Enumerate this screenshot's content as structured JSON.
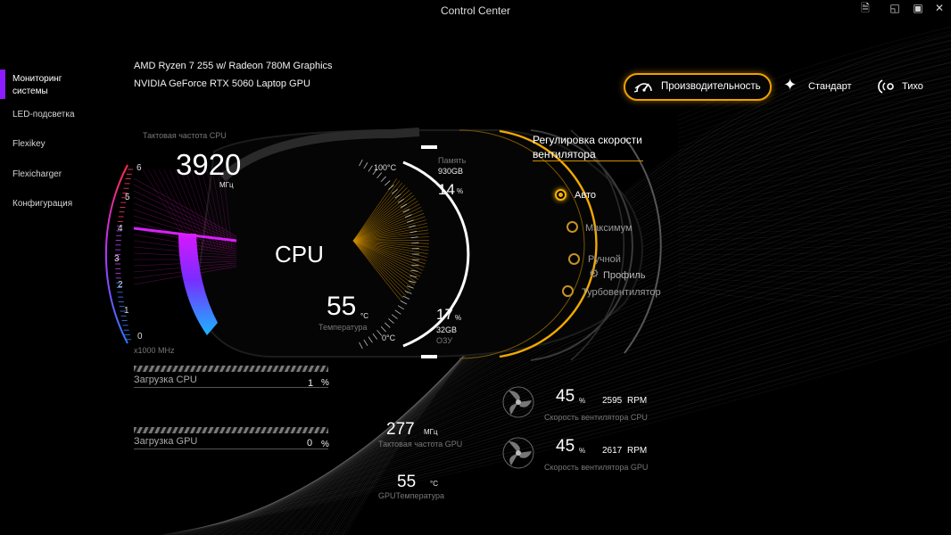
{
  "window": {
    "title": "Control Center"
  },
  "sidebar": {
    "items": [
      {
        "label": "Мониторинг системы",
        "active": true
      },
      {
        "label": "LED-подсветка"
      },
      {
        "label": "Flexikey"
      },
      {
        "label": "Flexicharger"
      },
      {
        "label": "Конфигурация"
      }
    ]
  },
  "hardware": {
    "cpu": "AMD Ryzen 7 255 w/ Radeon 780M Graphics",
    "gpu": "NVIDIA GeForce RTX 5060 Laptop GPU"
  },
  "modes": {
    "performance": "Производительность",
    "standard": "Стандарт",
    "quiet": "Тихо",
    "selected": "performance"
  },
  "cpu_gauge": {
    "freq_label": "Тактовая частота CPU",
    "freq_value": "3920",
    "freq_unit": "МГц",
    "scale_unit": "x1000 MHz",
    "scale_ticks": [
      "6",
      "5",
      "4",
      "3",
      "2",
      "1",
      "0"
    ],
    "center_label": "CPU",
    "temp_value": "55",
    "temp_unit": "°C",
    "temp_label": "Температура",
    "temp_max": "100°C",
    "temp_min": "0°C",
    "memory_label": "Память",
    "memory_size": "930GB",
    "memory_pct": "14",
    "ram_pct": "17",
    "ram_size": "32GB",
    "ram_label": "ОЗУ",
    "pct_unit": "%",
    "freq_level": 0.653
  },
  "fan_control": {
    "title": "Регулировка скорости вентилятора",
    "options": [
      "Авто",
      "Максимум",
      "Ручной",
      "Турбовентилятор"
    ],
    "profile_label": "Профиль",
    "selected": "Авто"
  },
  "loads": {
    "cpu_label": "Загрузка CPU",
    "cpu_value": "1",
    "gpu_label": "Загрузка GPU",
    "gpu_value": "0",
    "unit": "%"
  },
  "gpu_stats": {
    "freq_value": "277",
    "freq_unit": "МГц",
    "freq_label": "Тактовая частота GPU",
    "temp_value": "55",
    "temp_unit": "°C",
    "temp_label": "GPUТемпература"
  },
  "fans": {
    "cpu": {
      "pct": "45",
      "rpm": "2595",
      "rpm_unit": "RPM",
      "label": "Скорость вентилятора CPU"
    },
    "gpu": {
      "pct": "45",
      "rpm": "2617",
      "rpm_unit": "RPM",
      "label": "Скорость вентилятора GPU"
    },
    "pct_unit": "%"
  },
  "colors": {
    "accent": "#f5a800",
    "purple": "#8a1cff",
    "cyan": "#1d9bff"
  }
}
